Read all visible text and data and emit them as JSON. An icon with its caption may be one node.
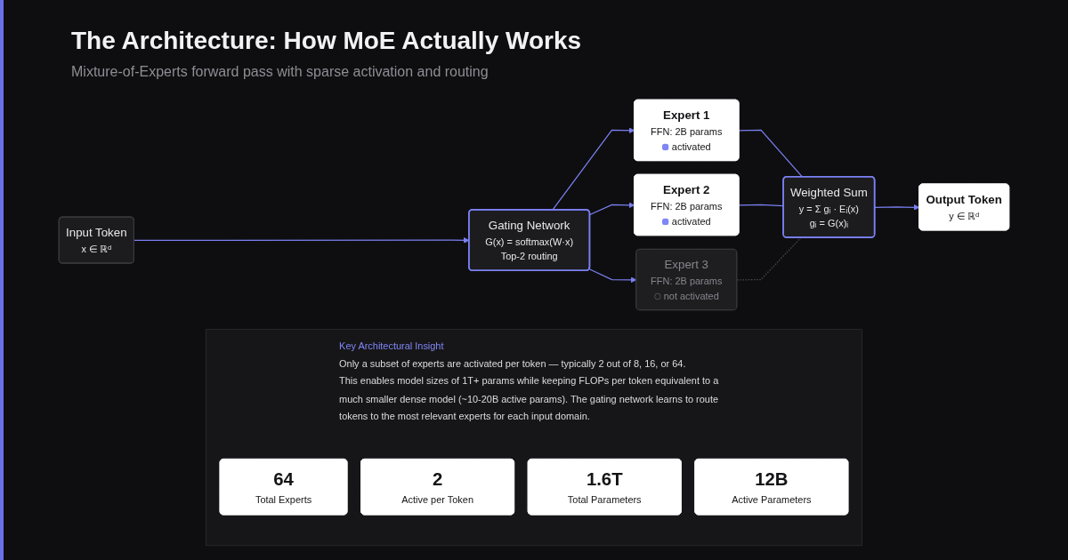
{
  "diagram": {
    "title": "The Architecture: How MoE Actually Works",
    "nodes": [
      {
        "text": [
          "Input Token",
          "x ∈ ℝᵈ"
        ]
      },
      {
        "text": [
          "Gating Network",
          "G(x) = softmax(W·x)",
          "Top-2 routing"
        ]
      },
      {
        "text": [
          "Expert 1",
          "FFN: 2B params",
          "activated"
        ]
      },
      {
        "text": [
          "Expert 2",
          "FFN: 2B params",
          "activated"
        ]
      },
      {
        "text": [
          "Expert 3",
          "FFN: 2B params",
          "not activated"
        ]
      },
      {
        "text": [
          "Weighted Sum",
          "y = Σ gᵢ · Eᵢ(x)",
          "gᵢ = G(x)ᵢ"
        ]
      },
      {
        "text": [
          "Output Token",
          "y ∈ ℝᵈ"
        ]
      },
      {
        "text": [
          "Key Architectural Insight",
          "Only a subset of experts are activated per token — typically 2 out of 8, 16, or 64.",
          "This enables model sizes of 1T+ params while keeping FLOPs per token equivalent to a much smaller dense model (~10-20B active params). The gating network learns to route tokens to the most relevant experts for each input domain."
        ]
      },
      {
        "text": [
          "64",
          "Total Experts"
        ],
        "in": 7
      },
      {
        "text": [
          "2",
          "Active per Token"
        ],
        "in": 7
      },
      {
        "text": [
          "1.6T",
          "Total Parameters"
        ],
        "in": 7
      },
      {
        "text": [
          "12B",
          "Active Parameters"
        ],
        "in": 7
      }
    ],
    "edges": [
      {
        "from": 0,
        "to": 1,
        "arrow": "to"
      },
      {
        "from": 1,
        "to": 2,
        "arrow": "to"
      },
      {
        "from": 1,
        "to": 3,
        "arrow": "to"
      },
      {
        "from": 1,
        "to": 4,
        "arrow": "to"
      },
      {
        "from": 2,
        "to": 5,
        "arrow": "none"
      },
      {
        "from": 3,
        "to": 5,
        "arrow": "none"
      },
      {
        "from": 4,
        "to": 5,
        "arrow": "none",
        "style": "dashed",
        "color": "#4a4a50"
      },
      {
        "from": 5,
        "to": 6,
        "arrow": "to"
      }
    ],
    "labels": [
      "Mixture-of-Experts forward pass with sparse activation and routing"
    ]
  }
}
